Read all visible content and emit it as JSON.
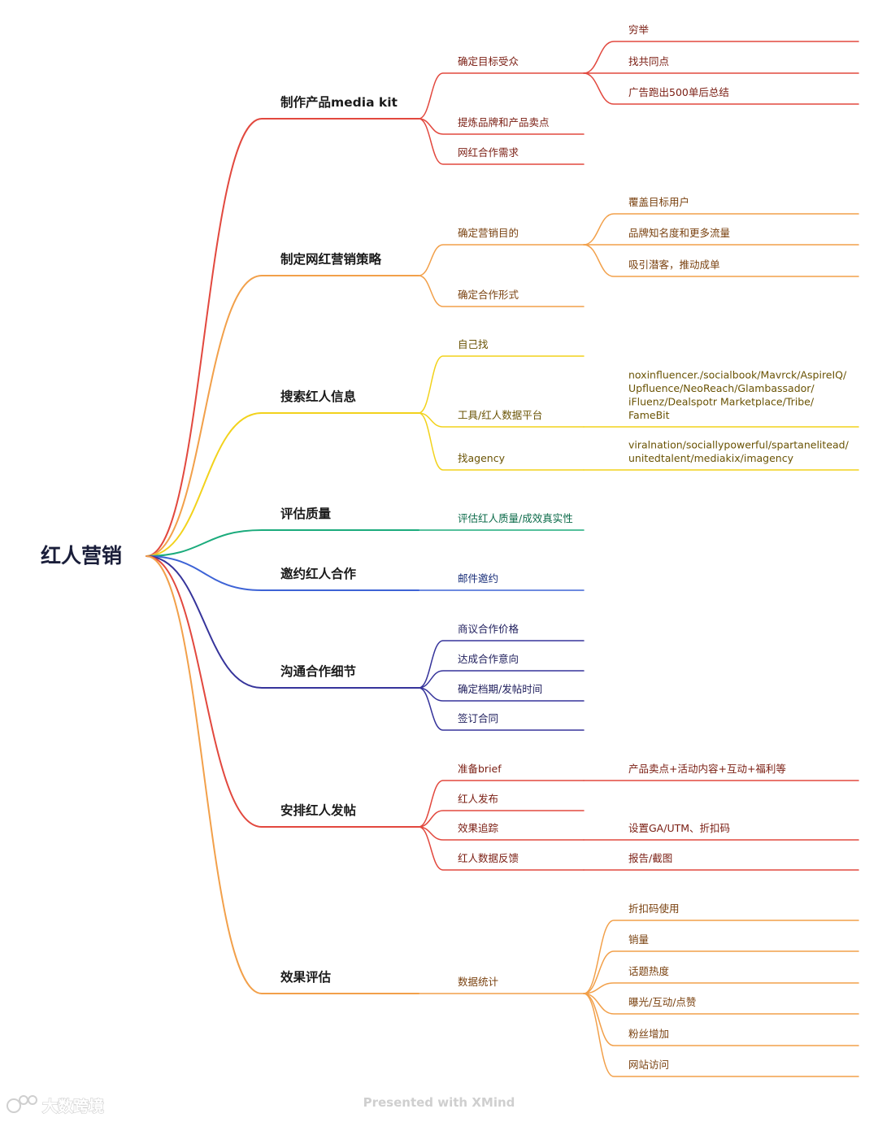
{
  "root": {
    "label": "红人营销",
    "color": "#1a1e3a"
  },
  "branches": [
    {
      "label": "制作产品media kit",
      "color": "#e2483e",
      "text_color": "#7a1d12",
      "children": [
        {
          "label": "确定目标受众",
          "children": [
            {
              "lines": [
                "穷举"
              ]
            },
            {
              "lines": [
                "找共同点"
              ]
            },
            {
              "lines": [
                "广告跑出500单后总结"
              ]
            }
          ]
        },
        {
          "label": "提炼品牌和产品卖点"
        },
        {
          "label": "网红合作需求"
        }
      ]
    },
    {
      "label": "制定网红营销策略",
      "color": "#f2a04a",
      "text_color": "#7a4210",
      "children": [
        {
          "label": "确定营销目的",
          "children": [
            {
              "lines": [
                "覆盖目标用户"
              ]
            },
            {
              "lines": [
                "品牌知名度和更多流量"
              ]
            },
            {
              "lines": [
                "吸引潜客，推动成单"
              ]
            }
          ]
        },
        {
          "label": "确定合作形式"
        }
      ]
    },
    {
      "label": "搜索红人信息",
      "color": "#f2d21c",
      "text_color": "#6a5304",
      "children": [
        {
          "label": "自己找"
        },
        {
          "label": "工具/红人数据平台",
          "children": [
            {
              "lines": [
                "noxinfluencer./socialbook/Mavrck/AspireIQ/",
                "Upfluence/NeoReach/Glambassador/",
                "iFluenz/Dealspotr Marketplace/Tribe/",
                "FameBit"
              ]
            }
          ]
        },
        {
          "label": "找agency",
          "children": [
            {
              "lines": [
                "viralnation/sociallypowerful/spartanelitead/",
                "unitedtalent/mediakix/imagency"
              ]
            }
          ]
        }
      ]
    },
    {
      "label": "评估质量",
      "color": "#1bab7c",
      "text_color": "#0c6b4a",
      "children": [
        {
          "label": "评估红人质量/成效真实性"
        }
      ]
    },
    {
      "label": "邀约红人合作",
      "color": "#3d63d6",
      "text_color": "#1a2f7a",
      "children": [
        {
          "label": "邮件邀约"
        }
      ]
    },
    {
      "label": "沟通合作细节",
      "color": "#36349b",
      "text_color": "#21205e",
      "children": [
        {
          "label": "商议合作价格"
        },
        {
          "label": "达成合作意向"
        },
        {
          "label": "确定档期/发帖时间"
        },
        {
          "label": "签订合同"
        }
      ]
    },
    {
      "label": "安排红人发帖",
      "color": "#e2483e",
      "text_color": "#7a1d12",
      "children": [
        {
          "label": "准备brief",
          "children": [
            {
              "lines": [
                "产品卖点+活动内容+互动+福利等"
              ]
            }
          ]
        },
        {
          "label": "红人发布"
        },
        {
          "label": "效果追踪",
          "children": [
            {
              "lines": [
                "设置GA/UTM、折扣码"
              ]
            }
          ]
        },
        {
          "label": "红人数据反馈",
          "children": [
            {
              "lines": [
                "报告/截图"
              ]
            }
          ]
        }
      ]
    },
    {
      "label": "效果评估",
      "color": "#f2a04a",
      "text_color": "#7a4210",
      "children": [
        {
          "label": "数据统计",
          "children": [
            {
              "lines": [
                "折扣码使用"
              ]
            },
            {
              "lines": [
                "销量"
              ]
            },
            {
              "lines": [
                "话题热度"
              ]
            },
            {
              "lines": [
                "曝光/互动/点赞"
              ]
            },
            {
              "lines": [
                "粉丝增加"
              ]
            },
            {
              "lines": [
                "网站访问"
              ]
            }
          ]
        }
      ]
    }
  ],
  "footer": {
    "brand": "大数跨境",
    "credit": "Presented with XMind"
  }
}
